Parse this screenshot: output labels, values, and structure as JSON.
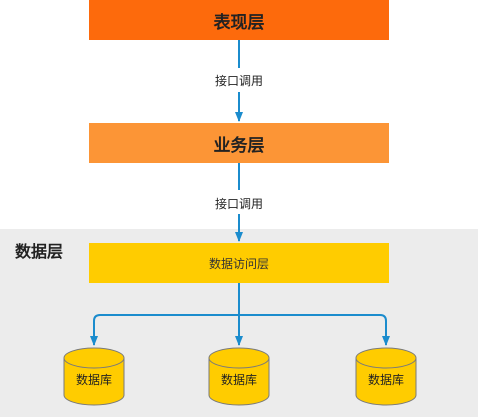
{
  "layers": {
    "presentation": "表现层",
    "business": "业务层",
    "data_access": "数据访问层"
  },
  "data_region": {
    "title": "数据层"
  },
  "edges": {
    "presentation_to_business": "接口调用",
    "business_to_data": "接口调用"
  },
  "databases": [
    "数据库",
    "数据库",
    "数据库"
  ],
  "colors": {
    "presentation": "#fd6a0c",
    "business": "#fc9536",
    "data_access": "#ffcc00",
    "database": "#ffcc00",
    "connector": "#1b8ccd",
    "data_region": "#ececec"
  }
}
